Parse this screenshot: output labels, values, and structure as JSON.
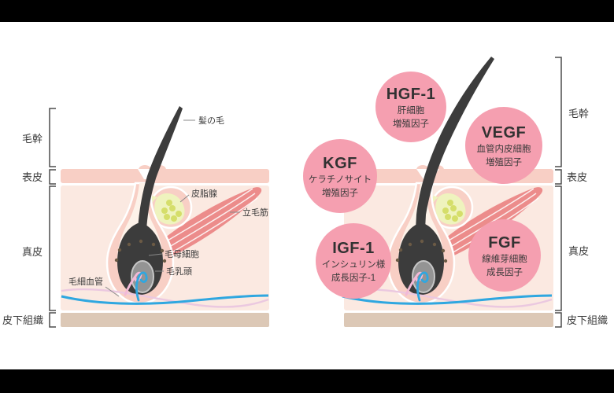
{
  "figure": {
    "subject": "hair-follicle-skin-cross-section",
    "panels": [
      "follicle-anatomy",
      "follicle-growth-factors"
    ]
  },
  "layers": {
    "hair_shaft": "毛幹",
    "epidermis": "表皮",
    "dermis": "真皮",
    "subcutaneous": "皮下組織"
  },
  "anatomy": {
    "hair": "髪の毛",
    "sebaceous_gland": "皮脂腺",
    "arrector_pili": "立毛筋",
    "hair_matrix": "毛母細胞",
    "hair_papilla": "毛乳頭",
    "capillary": "毛細血管"
  },
  "growth_factors": {
    "hgf": {
      "name": "HGF-1",
      "desc1": "肝細胞",
      "desc2": "増殖因子"
    },
    "vegf": {
      "name": "VEGF",
      "desc1": "血管内皮細胞",
      "desc2": "増殖因子"
    },
    "kgf": {
      "name": "KGF",
      "desc1": "ケラチノサイト",
      "desc2": "増殖因子"
    },
    "igf": {
      "name": "IGF-1",
      "desc1": "インシュリン様",
      "desc2": "成長因子-1"
    },
    "fgf": {
      "name": "FGF",
      "desc1": "線維芽細胞",
      "desc2": "成長因子"
    }
  },
  "colors": {
    "frame": "#000000",
    "background": "#FFFFFF",
    "factor_circle_pink": "#F59FB0",
    "epidermis_pink": "#F8CFC5",
    "dermis_pink": "#FBE9E1",
    "subcutaneous_tan": "#DCC8B6",
    "hair_dark": "#3C3C3C",
    "muscle_salmon": "#EC8C8B",
    "gland_yellow": "#EFF3BE",
    "gland_dot_green": "#D5DE6A",
    "capillary_blue": "#2FA7E0",
    "capillary_pink": "#EBC8E0",
    "papilla_gray": "#949494",
    "pocket_inner_cream": "#FDF2E9"
  }
}
